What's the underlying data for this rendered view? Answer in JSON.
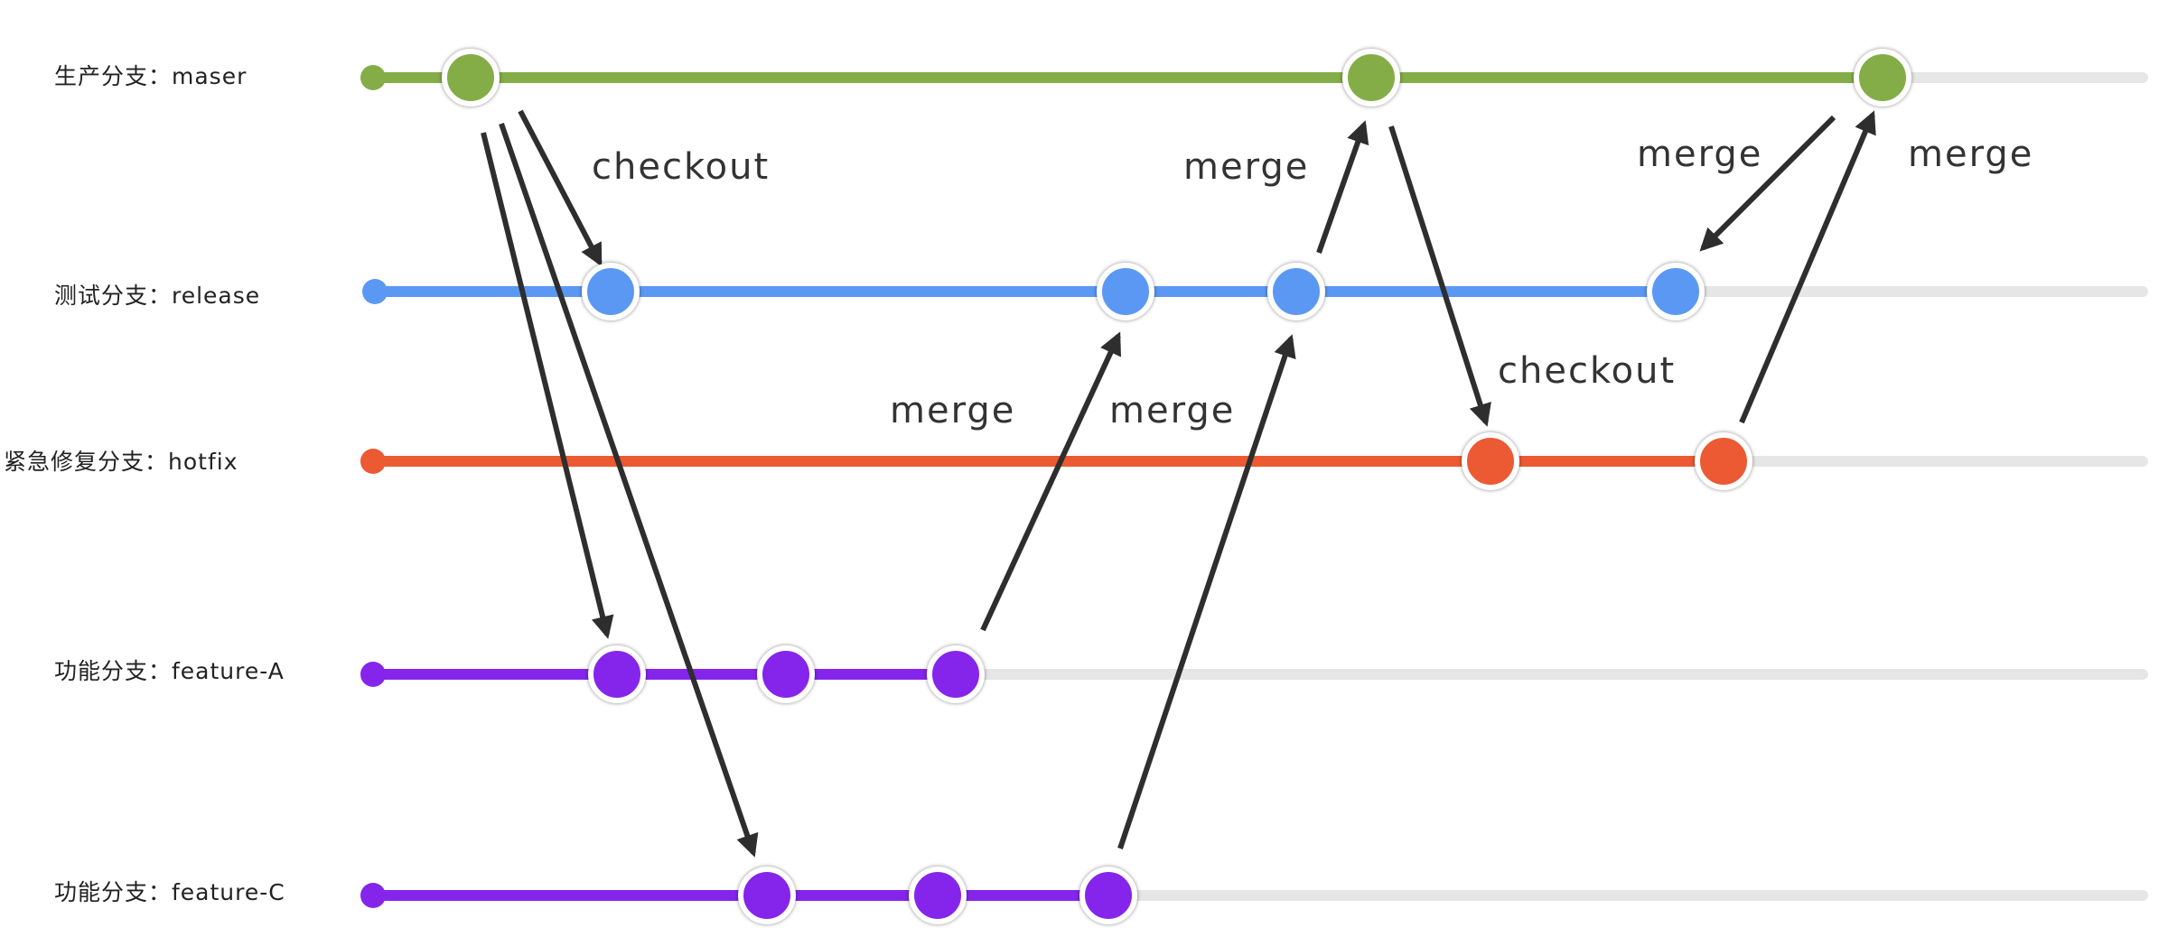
{
  "colors": {
    "master": "#84ad48",
    "release": "#5b98f4",
    "hotfix": "#eb5a32",
    "feature": "#8525ec",
    "track": "#e6e6e6",
    "arrow": "#2e2e2e",
    "text": "#222222"
  },
  "branches": [
    {
      "id": "master",
      "label": "生产分支：maser",
      "color": "#84ad48"
    },
    {
      "id": "release",
      "label": "测试分支：release",
      "color": "#5b98f4"
    },
    {
      "id": "hotfix",
      "label": "紧急修复分支：hotfix",
      "color": "#eb5a32"
    },
    {
      "id": "feature-a",
      "label": "功能分支：feature-A",
      "color": "#8525ec"
    },
    {
      "id": "feature-c",
      "label": "功能分支：feature-C",
      "color": "#8525ec"
    }
  ],
  "edges": [
    {
      "label": "checkout"
    },
    {
      "label": ""
    },
    {
      "label": ""
    },
    {
      "label": "merge"
    },
    {
      "label": "merge"
    },
    {
      "label": "merge"
    },
    {
      "label": "checkout"
    },
    {
      "label": "merge"
    },
    {
      "label": "merge"
    }
  ]
}
